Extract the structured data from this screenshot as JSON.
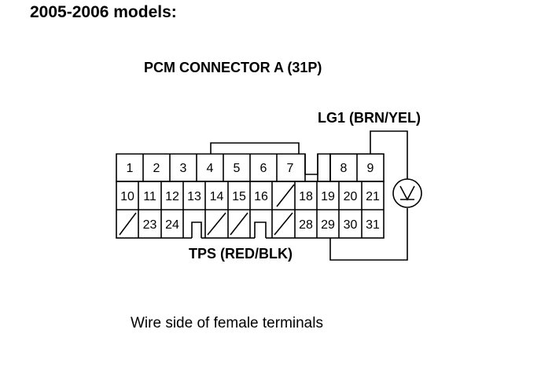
{
  "heading": "2005-2006 models:",
  "connector": {
    "title": "PCM CONNECTOR A (31P)",
    "row1": [
      {
        "label": "1"
      },
      {
        "label": "2"
      },
      {
        "label": "3"
      },
      {
        "label": "4"
      },
      {
        "label": "5"
      },
      {
        "label": "6"
      },
      {
        "label": "7"
      },
      {
        "label": ""
      },
      {
        "label": "8"
      },
      {
        "label": "9"
      }
    ],
    "row2": [
      {
        "label": "10"
      },
      {
        "label": "11"
      },
      {
        "label": "12"
      },
      {
        "label": "13"
      },
      {
        "label": "14"
      },
      {
        "label": "15"
      },
      {
        "label": "16"
      },
      {
        "label": ""
      },
      {
        "label": "18"
      },
      {
        "label": "19"
      },
      {
        "label": "20"
      },
      {
        "label": "21"
      }
    ],
    "row3": [
      {
        "label": ""
      },
      {
        "label": "23"
      },
      {
        "label": "24"
      },
      {
        "label": ""
      },
      {
        "label": ""
      },
      {
        "label": ""
      },
      {
        "label": ""
      },
      {
        "label": ""
      },
      {
        "label": "28"
      },
      {
        "label": "29"
      },
      {
        "label": "30"
      },
      {
        "label": "31"
      }
    ]
  },
  "wires": {
    "lg1": "LG1 (BRN/YEL)",
    "tps": "TPS (RED/BLK)"
  },
  "meter_symbol": "V",
  "caption": "Wire side of female terminals"
}
